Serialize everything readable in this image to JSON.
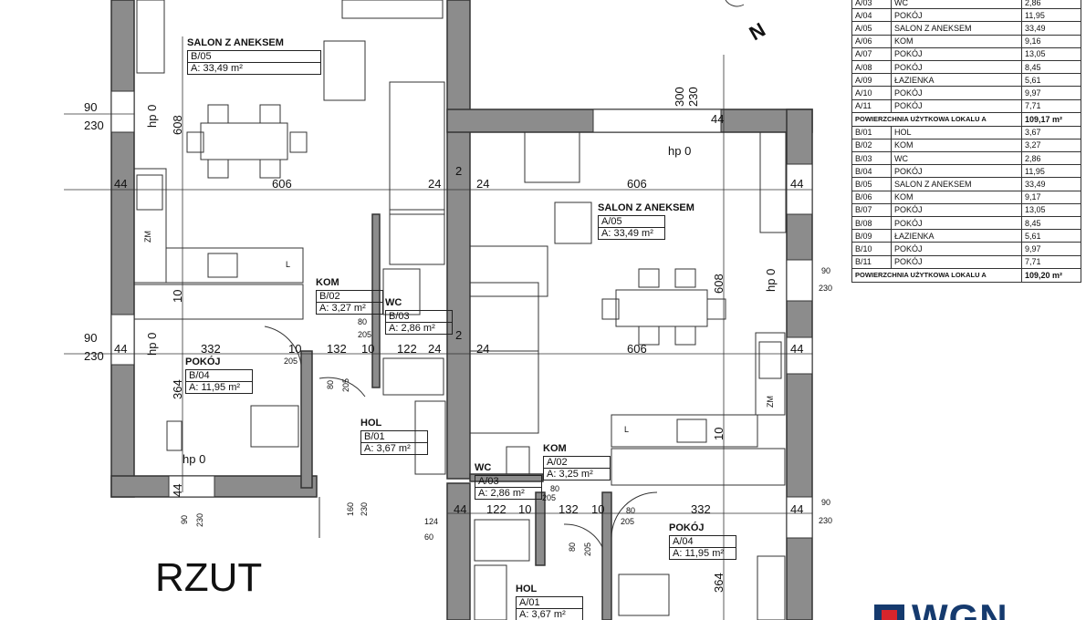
{
  "title": "RZUT",
  "north": "N",
  "logo": "WGN",
  "colors": {
    "wall": "#8c8c8c",
    "wall_edge": "#333333",
    "logo_blue": "#153a6e",
    "logo_red": "#d8252c"
  },
  "rooms": {
    "b05": {
      "name": "SALON Z ANEKSEM",
      "id": "B/05",
      "area": "A: 33,49 m²"
    },
    "b02": {
      "name": "KOM",
      "id": "B/02",
      "area": "A: 3,27 m²"
    },
    "b03": {
      "name": "WC",
      "id": "B/03",
      "area": "A: 2,86 m²"
    },
    "b04": {
      "name": "POKÓJ",
      "id": "B/04",
      "area": "A: 11,95 m²"
    },
    "b01": {
      "name": "HOL",
      "id": "B/01",
      "area": "A: 3,67 m²"
    },
    "a05": {
      "name": "SALON Z ANEKSEM",
      "id": "A/05",
      "area": "A: 33,49 m²"
    },
    "a03": {
      "name": "WC",
      "id": "A/03",
      "area": "A: 2,86 m²"
    },
    "a02": {
      "name": "KOM",
      "id": "A/02",
      "area": "A: 3,25 m²"
    },
    "a04": {
      "name": "POKÓJ",
      "id": "A/04",
      "area": "A: 11,95 m²"
    },
    "a01": {
      "name": "HOL",
      "id": "A/01",
      "area": "A: 3,67 m²"
    }
  },
  "dims": [
    "90",
    "230",
    "hp 0",
    "608",
    "44",
    "606",
    "24",
    "2",
    "24",
    "300",
    "230",
    "44",
    "hp 0",
    "606",
    "44",
    "ZM",
    "L",
    "10",
    "90",
    "230",
    "44",
    "hp 0",
    "332",
    "10",
    "132",
    "10",
    "122",
    "24",
    "2",
    "24",
    "606",
    "44",
    "80",
    "205",
    "205",
    "80",
    "205",
    "364",
    "hp 0",
    "44",
    "90",
    "230",
    "160",
    "230",
    "124",
    "60",
    "44",
    "122",
    "10",
    "132",
    "10",
    "80",
    "205",
    "80",
    "205",
    "80",
    "205",
    "332",
    "44",
    "90",
    "230",
    "364",
    "10",
    "608",
    "hp 0",
    "90",
    "230",
    "ZM",
    "L"
  ],
  "area_table": {
    "lokal_a": [
      {
        "id": "A/03",
        "name": "WC",
        "area": "2,86"
      },
      {
        "id": "A/04",
        "name": "POKÓJ",
        "area": "11,95"
      },
      {
        "id": "A/05",
        "name": "SALON Z ANEKSEM",
        "area": "33,49"
      },
      {
        "id": "A/06",
        "name": "KOM",
        "area": "9,16"
      },
      {
        "id": "A/07",
        "name": "POKÓJ",
        "area": "13,05"
      },
      {
        "id": "A/08",
        "name": "POKÓJ",
        "area": "8,45"
      },
      {
        "id": "A/09",
        "name": "ŁAZIENKA",
        "area": "5,61"
      },
      {
        "id": "A/10",
        "name": "POKÓJ",
        "area": "9,97"
      },
      {
        "id": "A/11",
        "name": "POKÓJ",
        "area": "7,71"
      }
    ],
    "sum_a_label": "POWIERZCHNIA UŻYTKOWA LOKALU A",
    "sum_a_value": "109,17 m²",
    "lokal_b": [
      {
        "id": "B/01",
        "name": "HOL",
        "area": "3,67"
      },
      {
        "id": "B/02",
        "name": "KOM",
        "area": "3,27"
      },
      {
        "id": "B/03",
        "name": "WC",
        "area": "2,86"
      },
      {
        "id": "B/04",
        "name": "POKÓJ",
        "area": "11,95"
      },
      {
        "id": "B/05",
        "name": "SALON Z ANEKSEM",
        "area": "33,49"
      },
      {
        "id": "B/06",
        "name": "KOM",
        "area": "9,17"
      },
      {
        "id": "B/07",
        "name": "POKÓJ",
        "area": "13,05"
      },
      {
        "id": "B/08",
        "name": "POKÓJ",
        "area": "8,45"
      },
      {
        "id": "B/09",
        "name": "ŁAZIENKA",
        "area": "5,61"
      },
      {
        "id": "B/10",
        "name": "POKÓJ",
        "area": "9,97"
      },
      {
        "id": "B/11",
        "name": "POKÓJ",
        "area": "7,71"
      }
    ],
    "sum_b_label": "POWIERZCHNIA UŻYTKOWA LOKALU A",
    "sum_b_value": "109,20 m²"
  }
}
